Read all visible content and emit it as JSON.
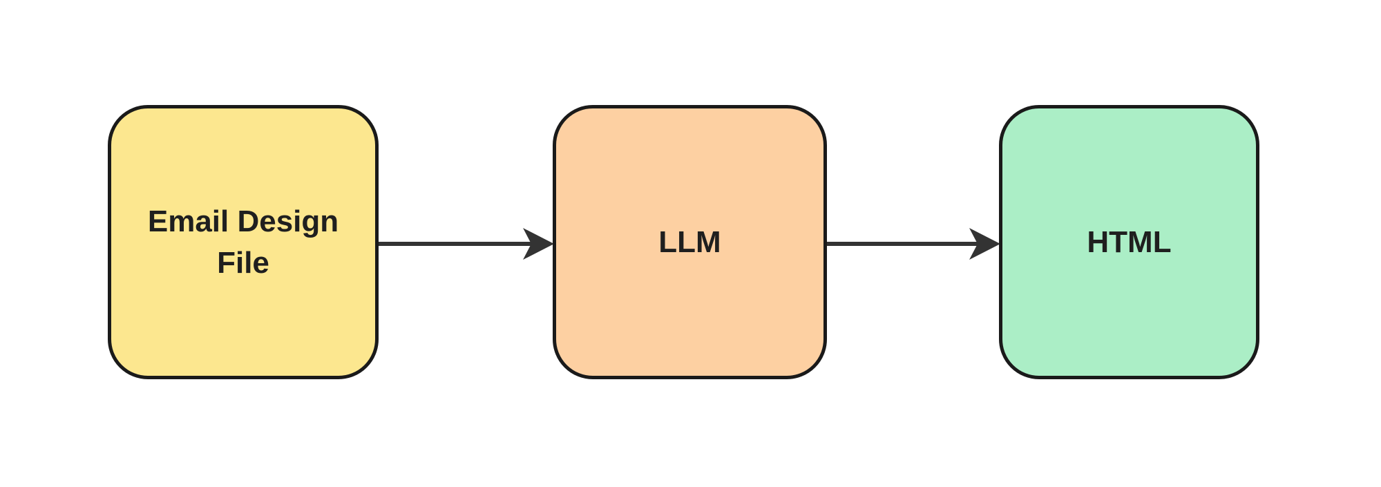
{
  "diagram": {
    "type": "flowchart",
    "direction": "left-to-right",
    "background_color": "#ffffff",
    "node_border_color": "#1a1a1a",
    "arrow_color": "#333333",
    "text_color": "#1f1f1f",
    "nodes": [
      {
        "id": "email-design-file",
        "label": "Email Design File",
        "fill": "#fce78f"
      },
      {
        "id": "llm",
        "label": "LLM",
        "fill": "#fdd0a2"
      },
      {
        "id": "html",
        "label": "HTML",
        "fill": "#abeec6"
      }
    ],
    "edges": [
      {
        "from": "email-design-file",
        "to": "llm"
      },
      {
        "from": "llm",
        "to": "html"
      }
    ]
  }
}
